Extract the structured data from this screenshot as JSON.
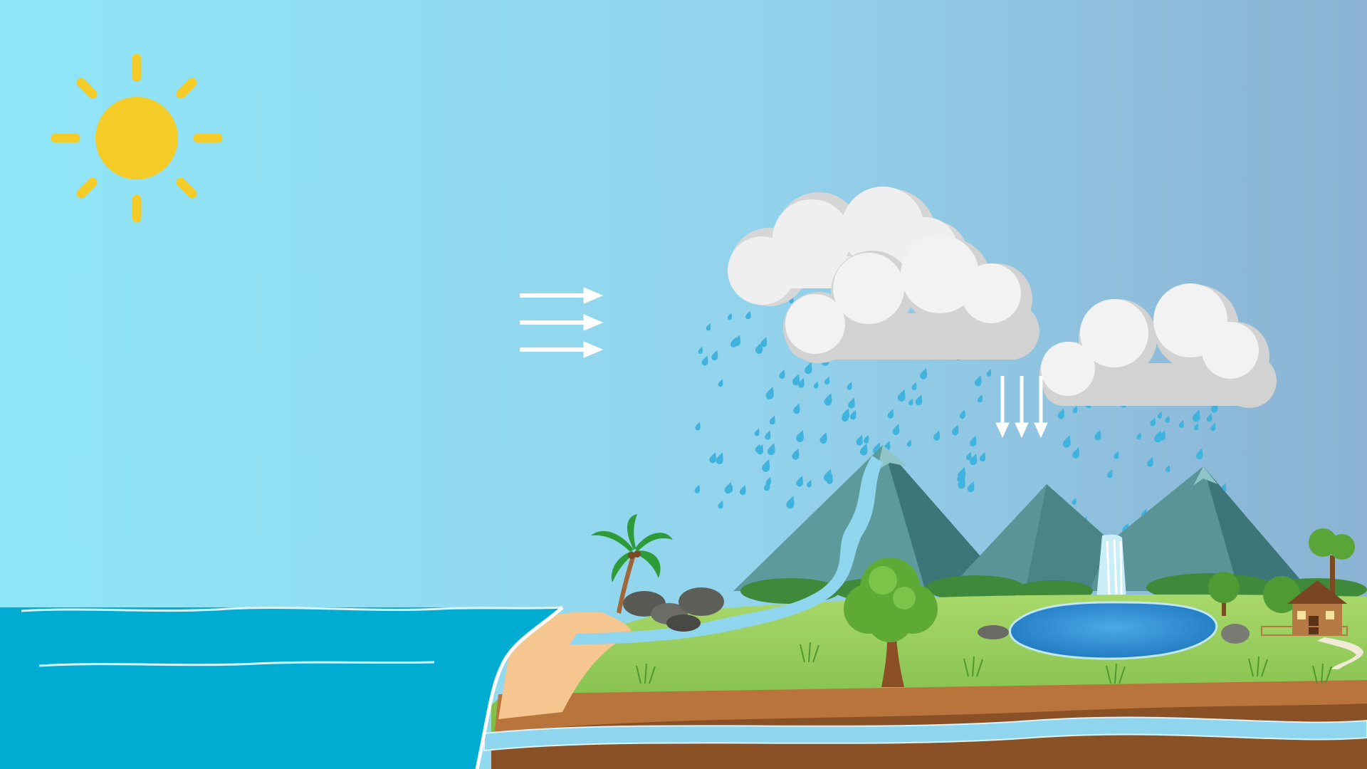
{
  "scene": {
    "title": "",
    "colors": {
      "sky_left": "#8fe6f6",
      "sky_right": "#8bb2d2",
      "sun": "#f5cc27",
      "ocean": "#00acd2",
      "cloud": "#f2f2f2",
      "cloud_shadow": "#d2d2d2",
      "rain": "#3fb3dd",
      "mountain": "#5d9a9c",
      "mountain_dark": "#3d7678",
      "grass": "#7fc24a",
      "soil": "#b8743b",
      "soil_dark": "#8a5127",
      "groundwater": "#8fd5ee",
      "lake": "#2d8fd3",
      "arrow": "#ffffff"
    },
    "elements": [
      {
        "name": "sun-icon",
        "label": "sun"
      },
      {
        "name": "ocean",
        "label": "ocean"
      },
      {
        "name": "clouds",
        "label": "clouds"
      },
      {
        "name": "rain",
        "label": "rain"
      },
      {
        "name": "mountains",
        "label": "mountains"
      },
      {
        "name": "river",
        "label": "river"
      },
      {
        "name": "waterfall",
        "label": "waterfall"
      },
      {
        "name": "lake",
        "label": "lake"
      },
      {
        "name": "palm-tree",
        "label": "palm tree"
      },
      {
        "name": "house-icon",
        "label": "house"
      },
      {
        "name": "groundwater",
        "label": "groundwater"
      }
    ],
    "arrows": [
      {
        "name": "wind-arrows",
        "direction": "right",
        "count": 3
      },
      {
        "name": "precipitation-arrows",
        "direction": "down",
        "count": 3
      }
    ]
  }
}
